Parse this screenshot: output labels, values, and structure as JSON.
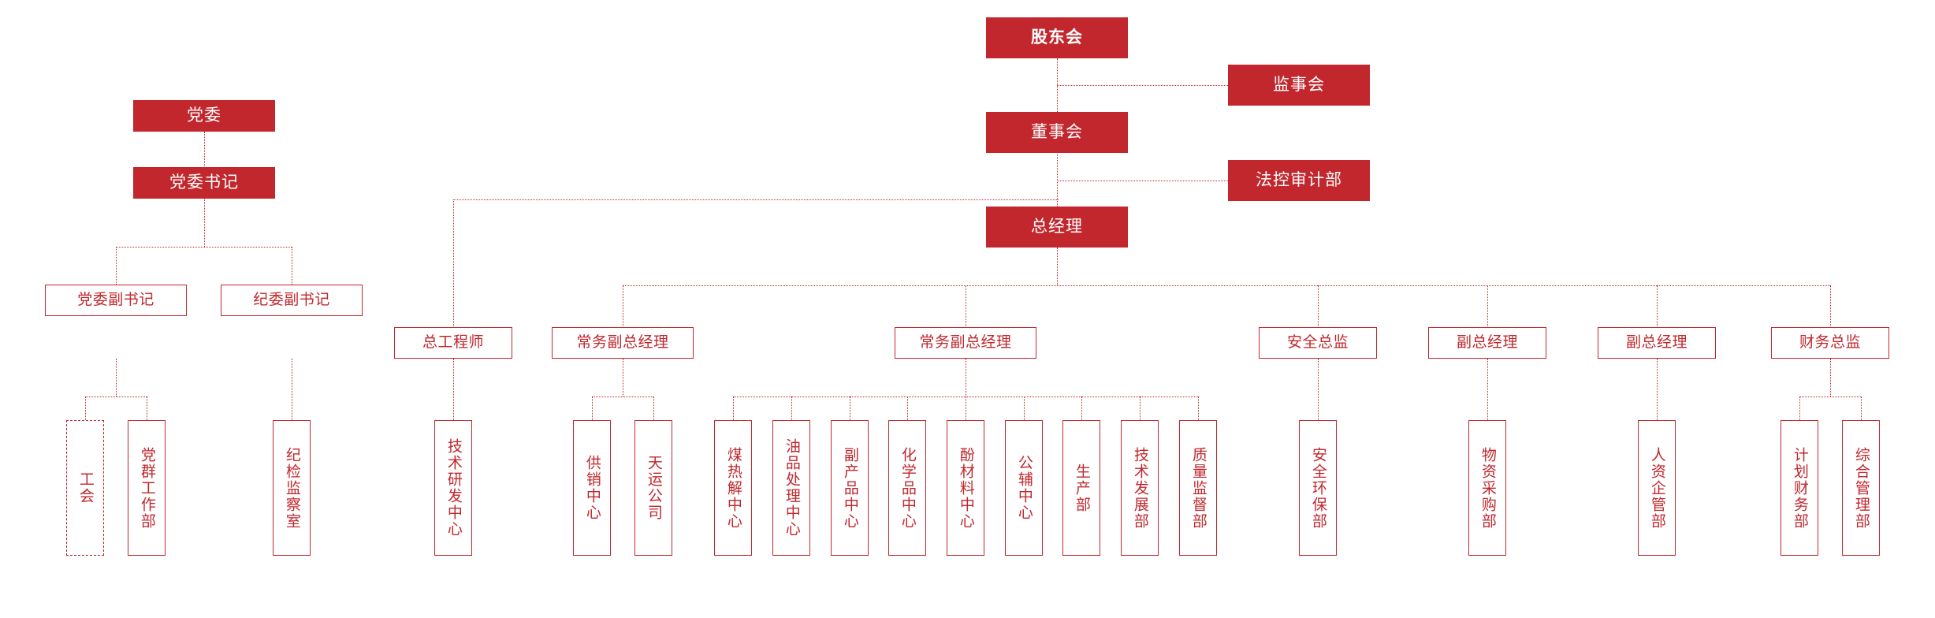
{
  "chart": {
    "type": "org-chart",
    "title": "",
    "colors": {
      "brand_red": "#C1272D",
      "fill_text": "#FFFFFF",
      "outline_text": "#C1272D",
      "background": "#FFFFFF"
    },
    "nodes": {
      "shareholders_meeting": "股东会",
      "supervisory_board": "监事会",
      "board_of_directors": "董事会",
      "legal_audit_dept": "法控审计部",
      "general_manager": "总经理",
      "party_committee": "党委",
      "party_secretary": "党委书记",
      "party_deputy_secretary": "党委副书记",
      "discipline_deputy_secretary": "纪委副书记",
      "labor_union": "工会",
      "party_mass_work_dept": "党群工作部",
      "discipline_inspection_office": "纪检监察室",
      "chief_engineer": "总工程师",
      "tech_rd_center": "技术研发中心",
      "exec_deputy_gm_1": "常务副总经理",
      "supply_marketing_center": "供销中心",
      "tianyun_company": "天运公司",
      "exec_deputy_gm_2": "常务副总经理",
      "coal_pyrolysis_center": "煤热解中心",
      "oil_processing_center": "油品处理中心",
      "byproduct_center": "副产品中心",
      "chemical_center": "化学品中心",
      "phenol_material_center": "酚材料中心",
      "utility_center": "公辅中心",
      "production_dept": "生产部",
      "tech_development_dept": "技术发展部",
      "quality_supervision_dept": "质量监督部",
      "safety_director": "安全总监",
      "safety_environment_dept": "安全环保部",
      "deputy_gm_1": "副总经理",
      "material_procurement_dept": "物资采购部",
      "deputy_gm_2": "副总经理",
      "hr_enterprise_mgmt_dept": "人资企管部",
      "finance_director": "财务总监",
      "planning_finance_dept": "计划财务部",
      "comprehensive_mgmt_dept": "综合管理部"
    }
  }
}
